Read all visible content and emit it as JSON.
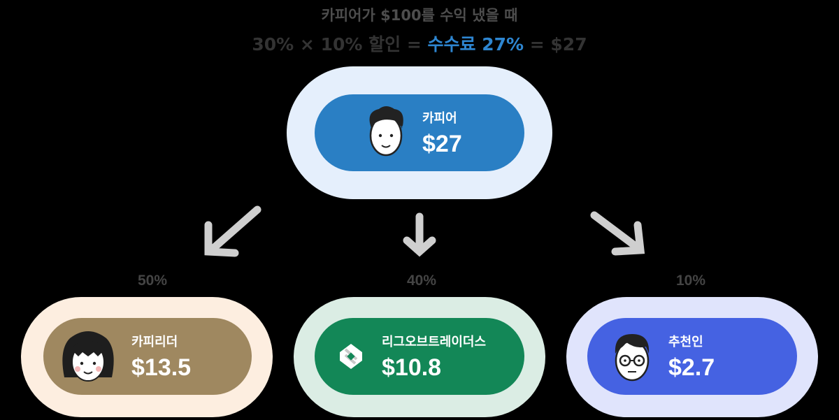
{
  "header": {
    "title": "카피어가 $100를 수익 냈을 때",
    "formula_prefix": "30% × 10% 할인 =",
    "formula_highlight": "수수료 27%",
    "formula_suffix": "= $27",
    "highlight_color": "#2e86d1"
  },
  "top": {
    "name": "카피어",
    "amount": "$27",
    "icon": "man-face-icon"
  },
  "branches": [
    {
      "percent": "50%",
      "name": "카피리더",
      "amount": "$13.5",
      "icon": "woman-face-icon"
    },
    {
      "percent": "40%",
      "name": "리그오브트레이더스",
      "amount": "$10.8",
      "icon": "league-of-traders-logo-icon"
    },
    {
      "percent": "10%",
      "name": "추천인",
      "amount": "$2.7",
      "icon": "glasses-man-face-icon"
    }
  ]
}
